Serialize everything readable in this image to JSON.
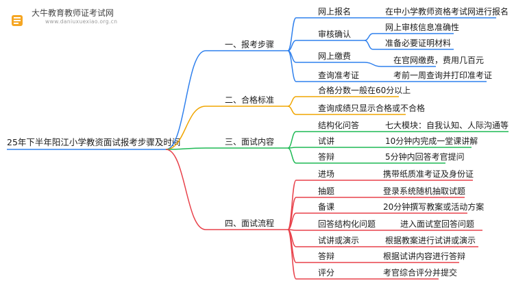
{
  "watermark": {
    "title": "大牛教育教师证考试网",
    "url": "www.daniuxuexiao.org.cn"
  },
  "mindmap": {
    "root": "25年下半年阳江小学教资面试报考步骤及时间",
    "branches": [
      {
        "label": "一、报考步骤",
        "color": "#2f80ed",
        "children": [
          {
            "label": "网上报名",
            "detail": [
              "在中小学教师资格考试网进行报名"
            ]
          },
          {
            "label": "审核确认",
            "detail": [
              "网上审核信息准确性",
              "准备必要证明材料"
            ]
          },
          {
            "label": "网上缴费",
            "detail": [
              "在官网缴费，费用几百元"
            ]
          },
          {
            "label": "查询准考证",
            "detail": [
              "考前一周查询并打印准考证"
            ]
          }
        ]
      },
      {
        "label": "二、合格标准",
        "color": "#f0a500",
        "children": [
          {
            "label": "合格分数一般在60分以上",
            "detail": []
          },
          {
            "label": "查询成绩只显示合格或不合格",
            "detail": []
          }
        ]
      },
      {
        "label": "三、面试内容",
        "color": "#1db954",
        "children": [
          {
            "label": "结构化问答",
            "detail": [
              "七大模块：自我认知、人际沟通等"
            ]
          },
          {
            "label": "试讲",
            "detail": [
              "10分钟内完成一堂课讲解"
            ]
          },
          {
            "label": "答辩",
            "detail": [
              "5分钟内回答考官提问"
            ]
          }
        ]
      },
      {
        "label": "四、面试流程",
        "color": "#e8414a",
        "children": [
          {
            "label": "进场",
            "detail": [
              "携带纸质准考证及身份证"
            ]
          },
          {
            "label": "抽题",
            "detail": [
              "登录系统随机抽取试题"
            ]
          },
          {
            "label": "备课",
            "detail": [
              "20分钟撰写教案或活动方案"
            ]
          },
          {
            "label": "回答结构化问题",
            "detail": [
              "进入面试室回答问题"
            ]
          },
          {
            "label": "试讲或演示",
            "detail": [
              "根据教案进行试讲或演示"
            ]
          },
          {
            "label": "答辩",
            "detail": [
              "根据试讲内容进行答辩"
            ]
          },
          {
            "label": "评分",
            "detail": [
              "考官综合评分并提交"
            ]
          }
        ]
      }
    ]
  }
}
